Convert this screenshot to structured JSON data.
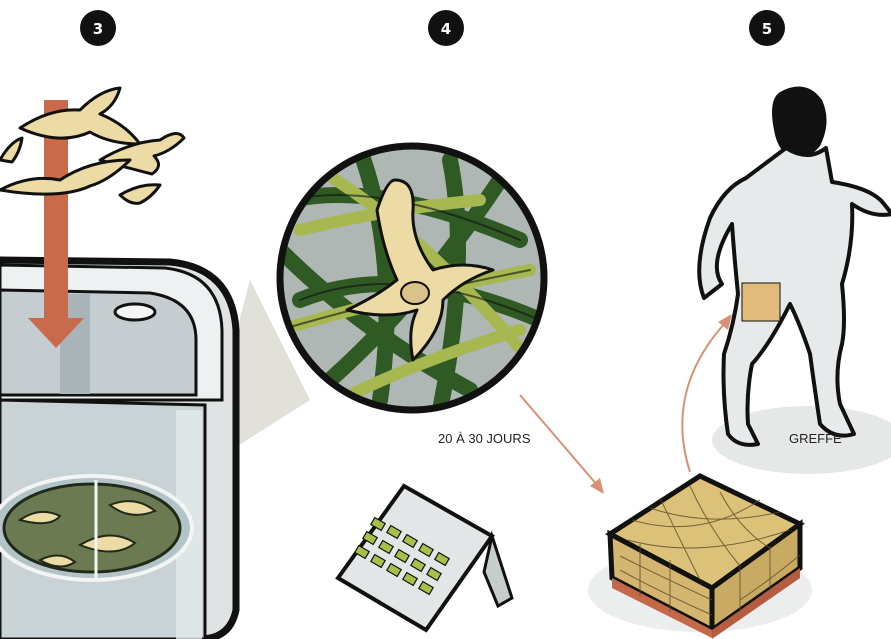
{
  "steps": [
    {
      "number": "3"
    },
    {
      "number": "4"
    },
    {
      "number": "5"
    }
  ],
  "labels": {
    "duration": "20 À 30 JOURS",
    "graft": "GREFFE"
  },
  "colors": {
    "outline": "#1a1a1a",
    "arrow_red": "#c96a4b",
    "connector_arrow": "#d98f74",
    "cell_yellow": "#ecdba4",
    "fiber_green_dark": "#3b6b2c",
    "fiber_green_light": "#a6b84f",
    "skin_tile": "#dcc178",
    "patch": "#e0bb7b",
    "figure_gray": "#e6eaeb",
    "container_gray": "#d8dcdd"
  }
}
